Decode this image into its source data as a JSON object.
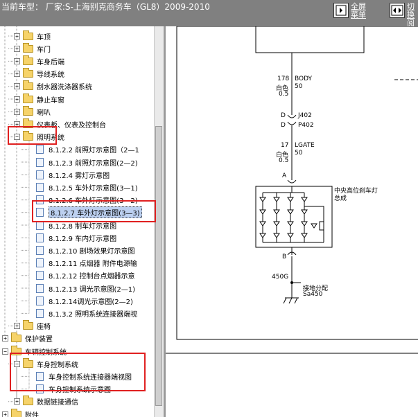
{
  "header": {
    "title": "当前车型： 厂家:S-上海别克商务车（GL8）2009-2010",
    "btn_fullscreen": [
      "全屏",
      "菜单"
    ],
    "btn_switch": [
      "切换",
      "阅览"
    ]
  },
  "tree": {
    "rows": [
      {
        "label": "车顶",
        "type": "folder",
        "exp": "+"
      },
      {
        "label": "车门",
        "type": "folder",
        "exp": "+"
      },
      {
        "label": "车身后端",
        "type": "folder",
        "exp": "+"
      },
      {
        "label": "导线系统",
        "type": "folder",
        "exp": "+"
      },
      {
        "label": "刮水器洗涤器系统",
        "type": "folder",
        "exp": "+"
      },
      {
        "label": "静止车窗",
        "type": "folder",
        "exp": "+"
      },
      {
        "label": "喇叭",
        "type": "folder",
        "exp": "+"
      },
      {
        "label": "仪表板、仪表及控制台",
        "type": "folder",
        "exp": "+"
      },
      {
        "label": "照明系统",
        "type": "folder",
        "exp": "-"
      },
      {
        "label": "8.1.2.2 前照灯示意图（2—1",
        "type": "doc"
      },
      {
        "label": "8.1.2.3 前照灯示意图(2—2)",
        "type": "doc"
      },
      {
        "label": "8.1.2.4 雾灯示意图",
        "type": "doc"
      },
      {
        "label": "8.1.2.5 车外灯示意图(3—1)",
        "type": "doc"
      },
      {
        "label": "8.1.2.6 车外灯示意图(3—2)",
        "type": "doc"
      },
      {
        "label": "8.1.2.7 车外灯示意图(3—3)",
        "type": "doc",
        "selected": true
      },
      {
        "label": "8.1.2.8 制车灯示意图",
        "type": "doc"
      },
      {
        "label": "8.1.2.9 车内灯示意图",
        "type": "doc"
      },
      {
        "label": "8.1.2.10 剧场效果灯示意图",
        "type": "doc"
      },
      {
        "label": "8.1.2.11 点烟器 附件电源输",
        "type": "doc"
      },
      {
        "label": "8.1.2.12 控制台点烟器示意",
        "type": "doc"
      },
      {
        "label": "8.1.2.13 调光示意图(2—1)",
        "type": "doc"
      },
      {
        "label": "8.1.2.14调光示意图(2—2)",
        "type": "doc"
      },
      {
        "label": "8.1.3.2 照明系统连接器端视",
        "type": "doc"
      },
      {
        "label": "座椅",
        "type": "folder",
        "exp": "+"
      },
      {
        "label": "保护装置",
        "type": "folder",
        "exp": "+"
      },
      {
        "label": "车辆控制系统",
        "type": "folder",
        "exp": "-"
      },
      {
        "label": "车身控制系统",
        "type": "folder",
        "exp": "-"
      },
      {
        "label": "车身控制系统连接器端视图",
        "type": "doc"
      },
      {
        "label": "车身控制系统示意图",
        "type": "doc"
      },
      {
        "label": "数据链接通信",
        "type": "folder",
        "exp": "+"
      },
      {
        "label": "附件",
        "type": "folder",
        "exp": "+"
      }
    ]
  },
  "diagram": {
    "wire_top": {
      "num": "178",
      "name": "BODY",
      "color": "白色",
      "gauge": "0.5",
      "circuit": "50"
    },
    "connector": {
      "pin_top": "D",
      "id_top": "J402",
      "pin_bottom": "D",
      "id_bottom": "P402"
    },
    "wire_mid": {
      "num": "17",
      "name": "LGATE",
      "color": "白色",
      "gauge": "0.5",
      "circuit": "50"
    },
    "lamp": {
      "pin_a": "A",
      "pin_b": "B",
      "label1": "中央高位刹车灯",
      "label2": "总成"
    },
    "ground": {
      "num": "450G",
      "label1": "接地分配",
      "label2": "Sa450"
    }
  },
  "colors": {
    "highlight": "#e02020",
    "toolbar": "#808080",
    "folder": "#f6d36a"
  }
}
